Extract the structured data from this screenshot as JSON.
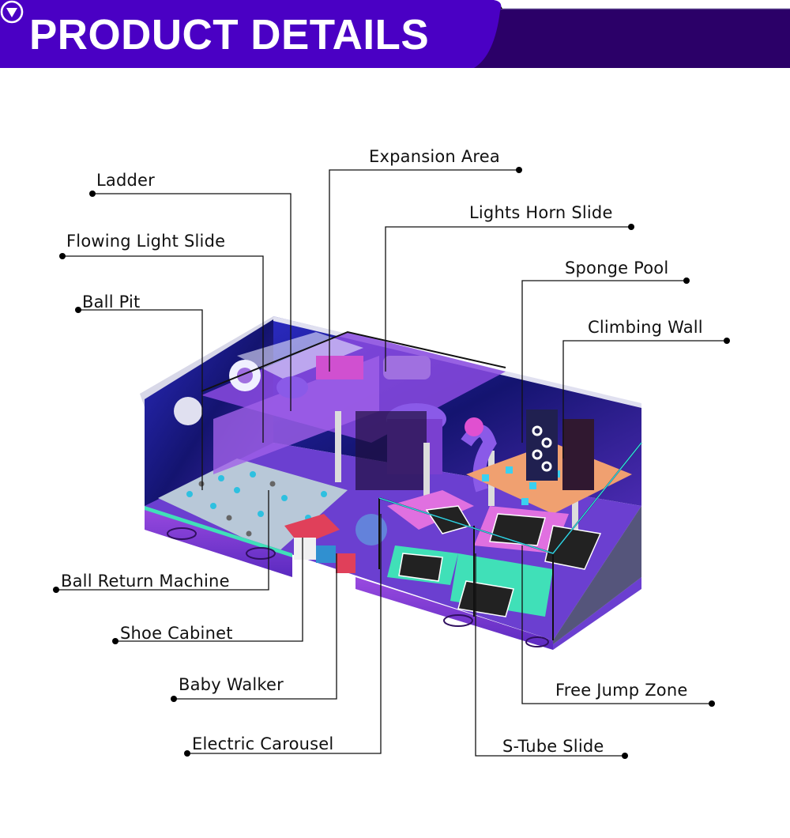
{
  "header": {
    "title": "PRODUCT DETAILS",
    "icon": "circle-down-arrow-icon",
    "colors": {
      "primary": "#4A00C4",
      "dark": "#2B0068",
      "text": "#FFFFFF"
    }
  },
  "callouts": {
    "left": [
      {
        "label": "Ladder"
      },
      {
        "label": "Flowing Light Slide"
      },
      {
        "label": "Ball Pit"
      },
      {
        "label": "Ball Return Machine"
      },
      {
        "label": "Shoe Cabinet"
      },
      {
        "label": "Baby Walker"
      },
      {
        "label": "Electric Carousel"
      }
    ],
    "right": [
      {
        "label": "Expansion Area"
      },
      {
        "label": "Lights Horn Slide"
      },
      {
        "label": "Sponge Pool"
      },
      {
        "label": "Climbing Wall"
      },
      {
        "label": "Free Jump Zone"
      },
      {
        "label": "S-Tube Slide"
      }
    ]
  },
  "illustration": {
    "subject": "indoor-space-themed-playground",
    "colors": {
      "wall": "#1A1A8C",
      "purple": "#7B3FD6",
      "mint": "#3FE0B0",
      "pink": "#E060D0",
      "red": "#E0405A"
    }
  }
}
